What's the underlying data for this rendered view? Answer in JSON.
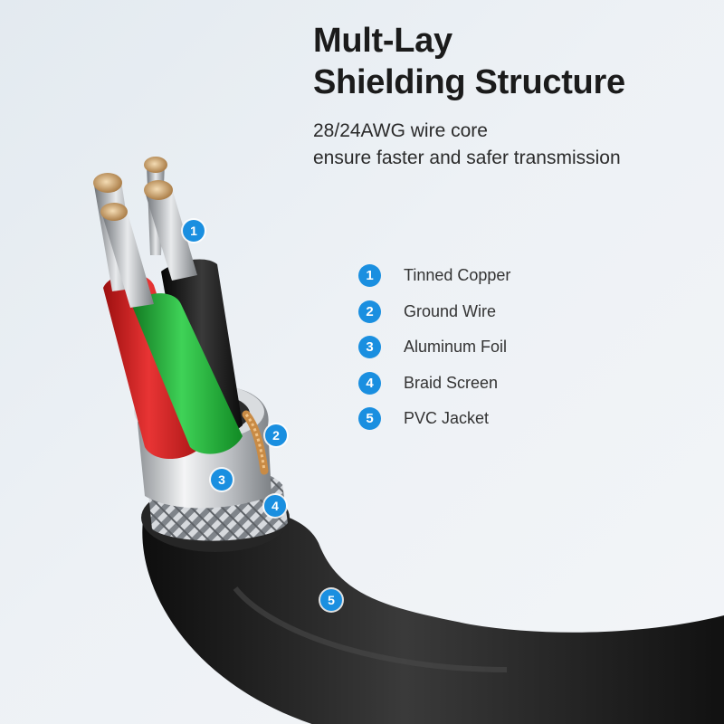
{
  "header": {
    "title_lines": [
      "Mult-Lay",
      "Shielding Structure"
    ],
    "subtitle_lines": [
      "28/24AWG wire core",
      "ensure faster and safer transmission"
    ]
  },
  "legend": [
    {
      "number": "1",
      "label": "Tinned Copper"
    },
    {
      "number": "2",
      "label": "Ground Wire"
    },
    {
      "number": "3",
      "label": "Aluminum Foil"
    },
    {
      "number": "4",
      "label": "Braid Screen"
    },
    {
      "number": "5",
      "label": "PVC Jacket"
    }
  ],
  "callouts": [
    "1",
    "2",
    "3",
    "4",
    "5"
  ],
  "colors": {
    "badge": "#1a8fe0",
    "jacket": "#1c1c1c",
    "red_wire": "#d51f1f",
    "green_wire": "#22b53a",
    "black_wire": "#141414",
    "foil": "#c9ccd0",
    "braid": "#a9adb2",
    "copper": "#d9a15c"
  },
  "icons": {
    "badge": "numbered-circle-badge"
  }
}
